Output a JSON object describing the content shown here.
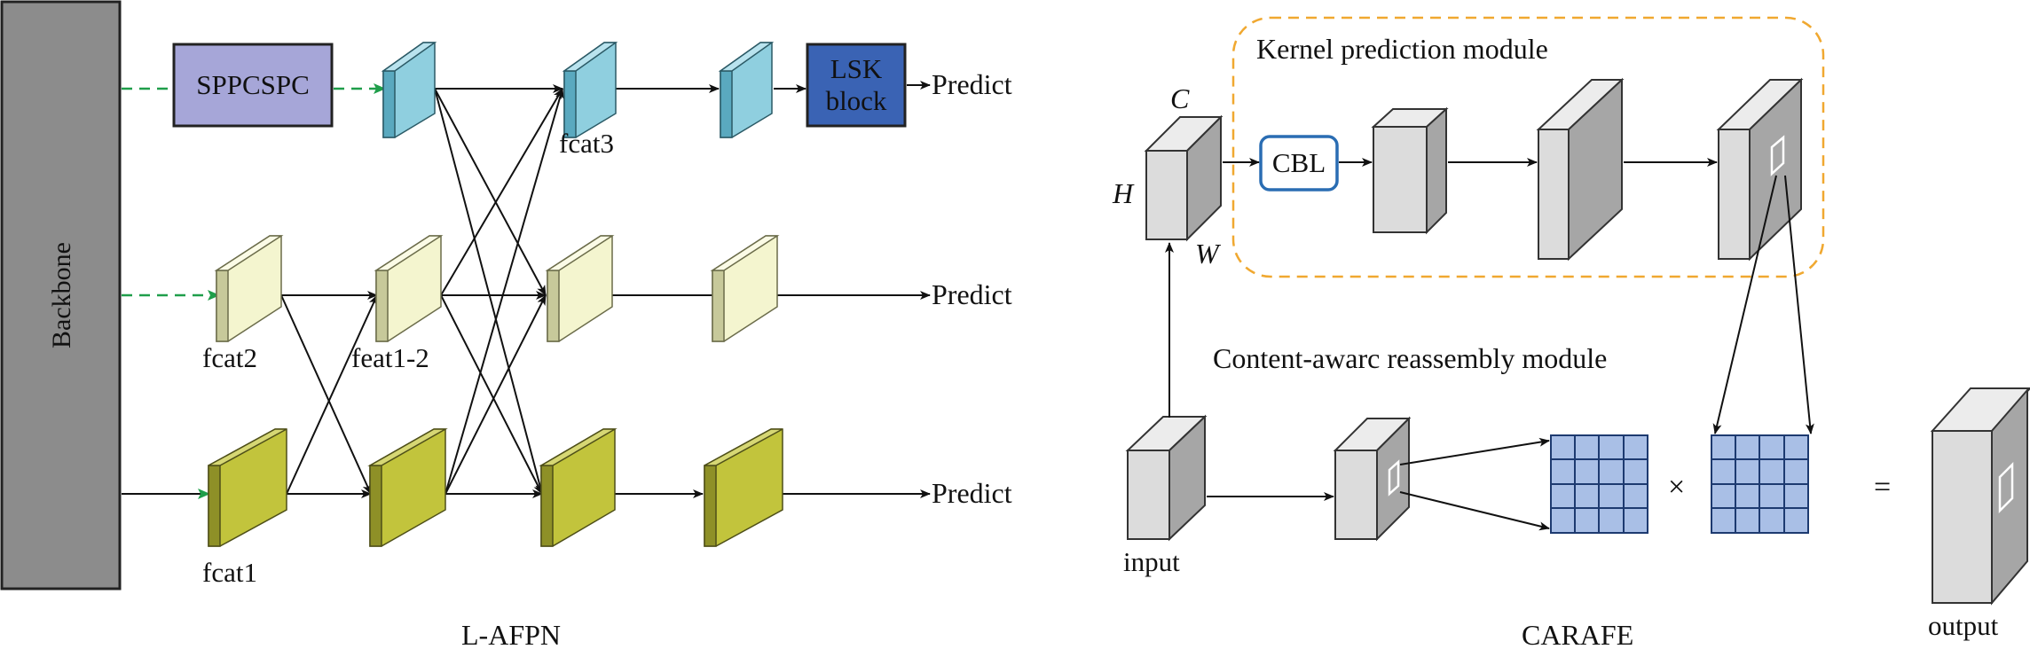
{
  "lafpn": {
    "backbone": "Backbone",
    "sppcspc": "SPPCSPC",
    "lsk_block": "LSK\nblock",
    "fcat3": "fcat3",
    "fcat2": "fcat2",
    "feat1_2": "feat1-2",
    "fcat1": "fcat1",
    "predict_top": "Predict",
    "predict_mid": "Predict",
    "predict_bottom": "Predict",
    "caption": "L-AFPN"
  },
  "carafe": {
    "kernel_module": "Kernel prediction module",
    "cbl": "CBL",
    "dim_c": "C",
    "dim_h": "H",
    "dim_w": "W",
    "content_module": "Content-awarc reassembly module",
    "input": "input",
    "output": "output",
    "times": "×",
    "equals": "=",
    "caption": "CARAFE"
  },
  "colors": {
    "backbone_fill": "#8c8c8c",
    "sppcspc_fill": "#a6a6d8",
    "lsk_fill": "#3a63b4",
    "blue_face": "#8fcfdf",
    "blue_side": "#5aa9bf",
    "cream_face": "#f4f5cf",
    "cream_side": "#c7c99a",
    "olive_face": "#c2c43c",
    "olive_side": "#8e9027",
    "green_arrow": "#1f9e4a",
    "dashed_orange": "#f0a830",
    "cbl_border": "#2a6db3",
    "grid_fill": "#a9bfe6",
    "cube_front": "#dcdcdc",
    "cube_side": "#a6a6a6",
    "cube_top": "#ececec"
  }
}
